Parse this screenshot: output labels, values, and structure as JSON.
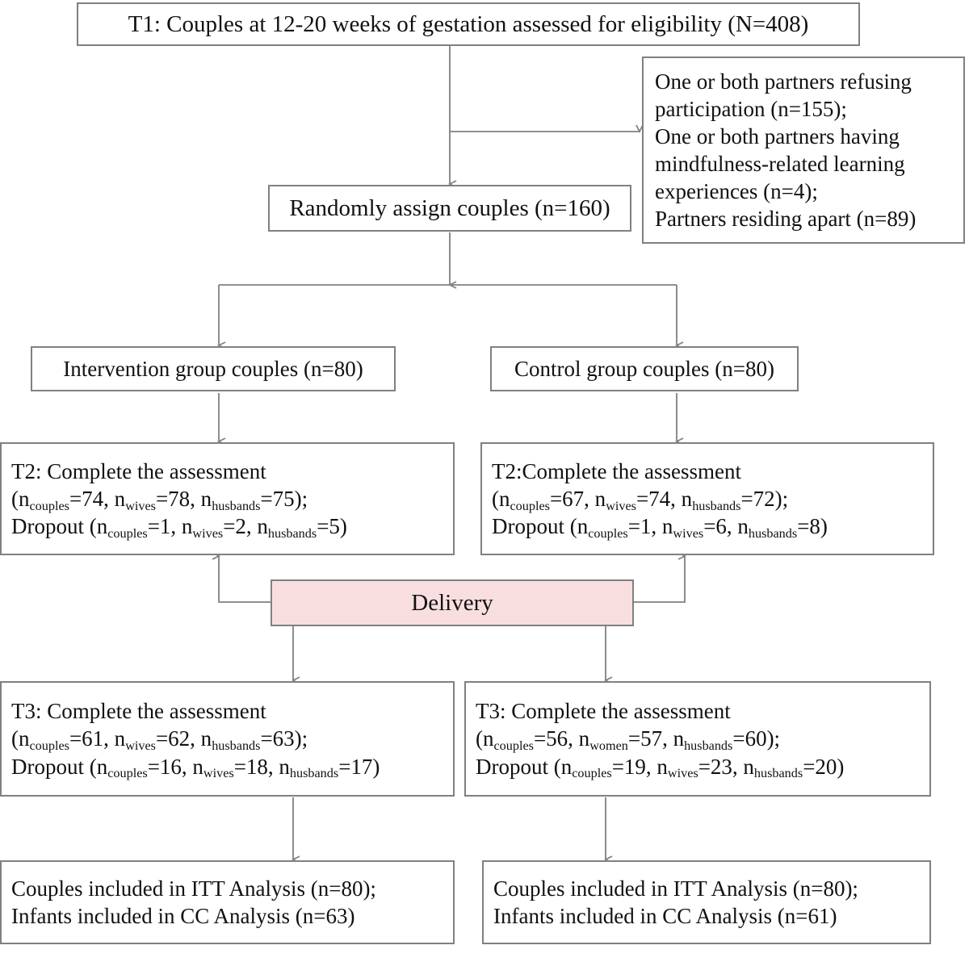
{
  "diagram": {
    "title": "CONSORT participant flow diagram",
    "colors": {
      "border": "#808080",
      "text": "#111111",
      "background": "#ffffff",
      "delivery_fill": "#f9dee0",
      "connector": "#808080"
    }
  },
  "nodes": {
    "enrollment": {
      "text": "T1: Couples at 12-20 weeks of gestation assessed for eligibility (N=408)"
    },
    "exclusions": {
      "line1": "One or both partners refusing",
      "line2": "participation (n=155);",
      "line3": "One or both partners having",
      "line4": "mindfulness-related learning",
      "line5": "experiences (n=4);",
      "line6": "Partners residing apart (n=89)"
    },
    "randomization": {
      "text": "Randomly assign couples (n=160)"
    },
    "allocation_intervention": {
      "text": "Intervention group couples (n=80)"
    },
    "allocation_control": {
      "text": "Control group couples (n=80)"
    },
    "t2_intervention": {
      "line1": "T2: Complete the assessment",
      "line2_pre": "(n",
      "line2_sub1": "couples",
      "line2_a": "=74, n",
      "line2_sub2": "wives",
      "line2_b": "=78, n",
      "line2_sub3": "husbands",
      "line2_c": "=75);",
      "line3_pre": "Dropout (n",
      "line3_sub1": "couples",
      "line3_a": "=1, n",
      "line3_sub2": "wives",
      "line3_b": "=2, n",
      "line3_sub3": "husbands",
      "line3_c": "=5)"
    },
    "t2_control": {
      "line1": "T2:Complete the assessment",
      "line2_pre": " (n",
      "line2_sub1": "couples",
      "line2_a": "=67, n",
      "line2_sub2": "wives",
      "line2_b": "=74, n",
      "line2_sub3": "husbands",
      "line2_c": "=72);",
      "line3_pre": "Dropout (n",
      "line3_sub1": "couples",
      "line3_a": "=1, n",
      "line3_sub2": "wives",
      "line3_b": "=6, n",
      "line3_sub3": "husbands",
      "line3_c": "=8)"
    },
    "delivery": {
      "text": "Delivery"
    },
    "t3_intervention": {
      "line1": "T3: Complete the assessment",
      "line2_pre": " (n",
      "line2_sub1": "couples",
      "line2_a": "=61, n",
      "line2_sub2": "wives",
      "line2_b": "=62, n",
      "line2_sub3": "husbands",
      "line2_c": "=63);",
      "line3_pre": "Dropout (n",
      "line3_sub1": "couples",
      "line3_a": "=16, n",
      "line3_sub2": "wives",
      "line3_b": "=18, n",
      "line3_sub3": "husbands",
      "line3_c": "=17)"
    },
    "t3_control": {
      "line1": "T3: Complete the assessment",
      "line2_pre": " (n",
      "line2_sub1": "couples",
      "line2_a": "=56, n",
      "line2_sub2": "women",
      "line2_b": "=57, n",
      "line2_sub3": "husbands",
      "line2_c": "=60);",
      "line3_pre": "Dropout (n",
      "line3_sub1": "couples",
      "line3_a": "=19, n",
      "line3_sub2": "wives",
      "line3_b": "=23, n",
      "line3_sub3": "husbands",
      "line3_c": "=20)"
    },
    "analysis_intervention": {
      "line1": "Couples included in ITT Analysis (n=80);",
      "line2": "Infants included in CC Analysis (n=63)"
    },
    "analysis_control": {
      "line1": "Couples included in ITT Analysis (n=80);",
      "line2": "Infants included in CC Analysis (n=61)"
    }
  },
  "flow_data": {
    "assessed_for_eligibility": 408,
    "excluded_refusing_participation": 155,
    "excluded_mindfulness_experience": 4,
    "excluded_residing_apart": 89,
    "randomized_couples": 160,
    "intervention_allocated": 80,
    "control_allocated": 80,
    "t2_intervention": {
      "couples": 74,
      "wives": 78,
      "husbands": 75
    },
    "t2_intervention_dropout": {
      "couples": 1,
      "wives": 2,
      "husbands": 5
    },
    "t2_control": {
      "couples": 67,
      "wives": 74,
      "husbands": 72
    },
    "t2_control_dropout": {
      "couples": 1,
      "wives": 6,
      "husbands": 8
    },
    "t3_intervention": {
      "couples": 61,
      "wives": 62,
      "husbands": 63
    },
    "t3_intervention_dropout": {
      "couples": 16,
      "wives": 18,
      "husbands": 17
    },
    "t3_control": {
      "couples": 56,
      "women": 57,
      "husbands": 60
    },
    "t3_control_dropout": {
      "couples": 19,
      "wives": 23,
      "husbands": 20
    },
    "itt_intervention": 80,
    "cc_intervention_infants": 63,
    "itt_control": 80,
    "cc_control_infants": 61
  }
}
